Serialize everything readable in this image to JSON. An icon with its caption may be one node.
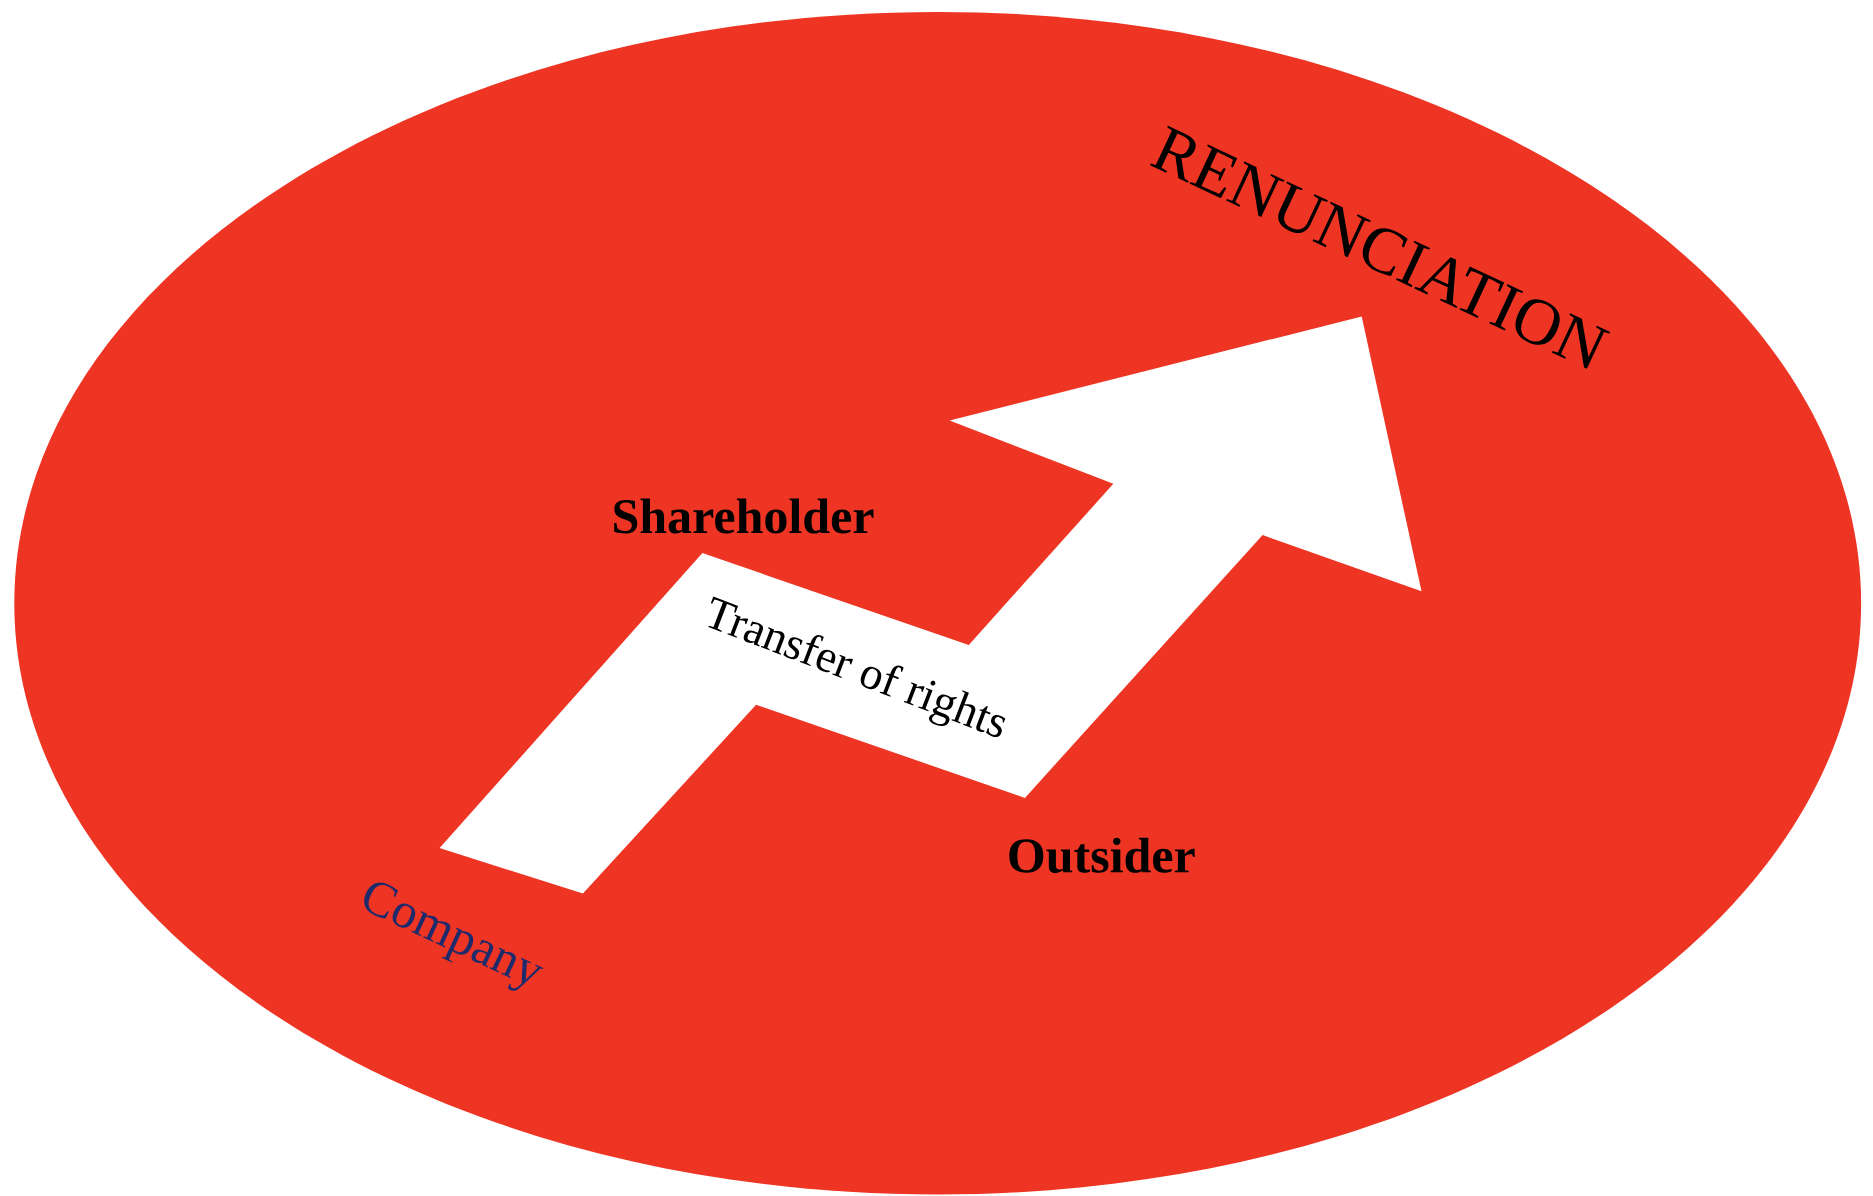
{
  "diagram": {
    "nodes": [
      {
        "text": [
          "RENUNCIATION"
        ]
      },
      {
        "text": [
          "Transfer of rights"
        ],
        "in": 0
      }
    ],
    "labels": [
      "Shareholder",
      "Outsider",
      "Company"
    ]
  }
}
